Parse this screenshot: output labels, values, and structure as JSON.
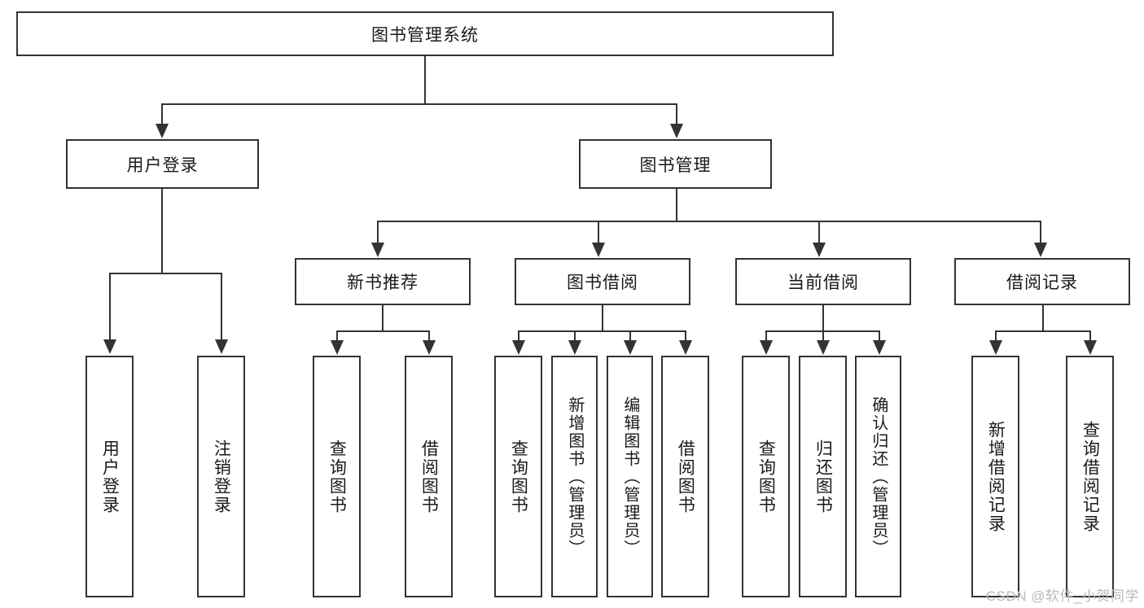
{
  "diagram": {
    "title": "图书管理系统",
    "root": {
      "label": "图书管理系统"
    },
    "level2": [
      {
        "label": "用户登录"
      },
      {
        "label": "图书管理"
      }
    ],
    "level3": [
      {
        "label": "新书推荐"
      },
      {
        "label": "图书借阅"
      },
      {
        "label": "当前借阅"
      },
      {
        "label": "借阅记录"
      }
    ],
    "leaves": {
      "user_login": [
        {
          "label": "用户登录"
        },
        {
          "label": "注销登录"
        }
      ],
      "new_book_recommend": [
        {
          "label": "查询图书"
        },
        {
          "label": "借阅图书"
        }
      ],
      "book_borrow": [
        {
          "label": "查询图书"
        },
        {
          "label": "新增图书（管理员）"
        },
        {
          "label": "编辑图书（管理员）"
        },
        {
          "label": "借阅图书"
        }
      ],
      "current_borrow": [
        {
          "label": "查询图书"
        },
        {
          "label": "归还图书"
        },
        {
          "label": "确认归还（管理员）"
        }
      ],
      "borrow_record": [
        {
          "label": "新增借阅记录"
        },
        {
          "label": "查询借阅记录"
        }
      ]
    }
  },
  "watermark": {
    "text": "CSDN @软件_小贺同学"
  },
  "colors": {
    "stroke": "#333333",
    "background": "#ffffff",
    "text": "#1a1a1a",
    "watermark": "#b9b9b9"
  }
}
